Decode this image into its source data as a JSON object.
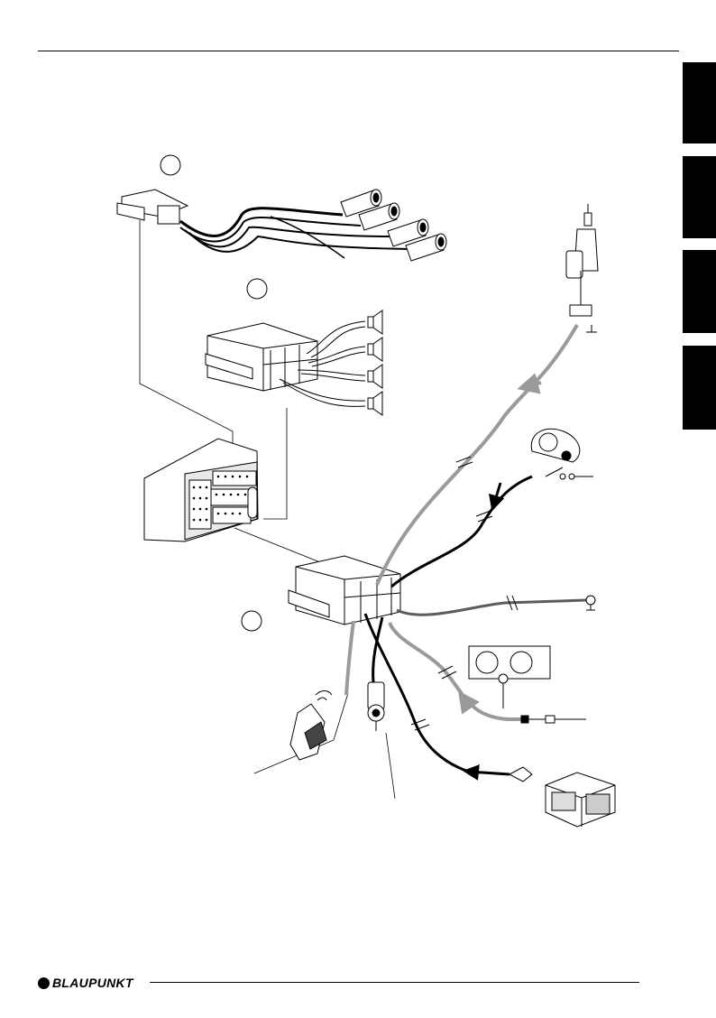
{
  "brand": {
    "name": "BLAUPUNKT"
  },
  "colors": {
    "ink": "#000000",
    "grey_wire": "#9a9a9a",
    "dark_grey_wire": "#5c5c5c",
    "tab": "#000000"
  },
  "icons": [
    "preamp-rca-harness",
    "speaker-connector",
    "speaker-icon",
    "radio-chassis",
    "iso-connector",
    "motor-antenna-icon",
    "ignition-lock-icon",
    "ground-icon",
    "dashboard-lighting-icon",
    "telephone-icon",
    "rca-plug-icon",
    "battery-icon"
  ]
}
